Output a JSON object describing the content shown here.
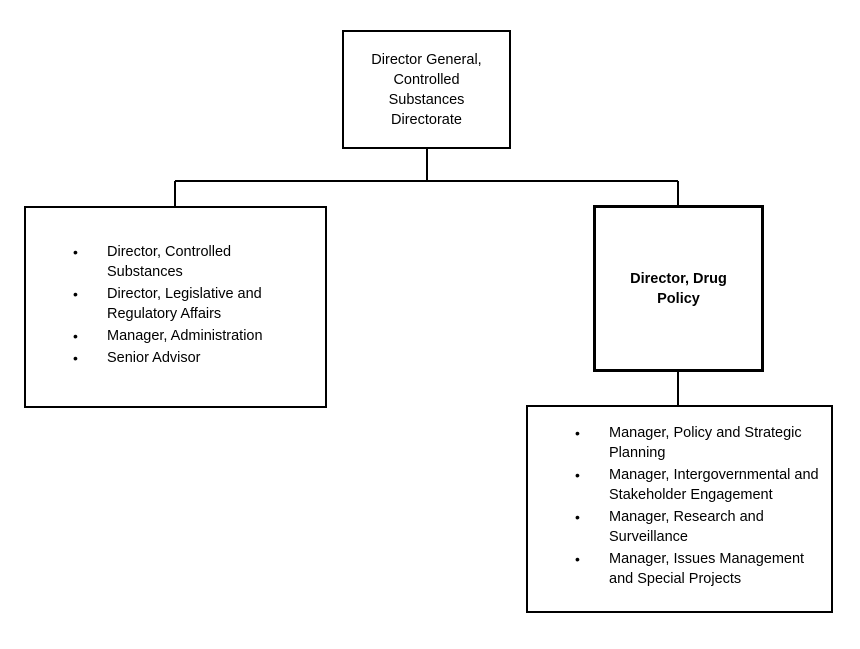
{
  "org_chart": {
    "top": {
      "title": "Director General, Controlled Substances Directorate"
    },
    "left": {
      "items": [
        "Director, Controlled Substances",
        "Director, Legislative and Regulatory Affairs",
        "Manager, Administration",
        "Senior Advisor"
      ]
    },
    "right": {
      "title": "Director, Drug Policy"
    },
    "bottom": {
      "items": [
        "Manager, Policy and Strategic Planning",
        "Manager, Intergovernmental and Stakeholder Engagement",
        "Manager, Research and Surveillance",
        "Manager, Issues Management and Special Projects"
      ]
    },
    "bullet_glyph": "•",
    "line_color": "#000000"
  }
}
